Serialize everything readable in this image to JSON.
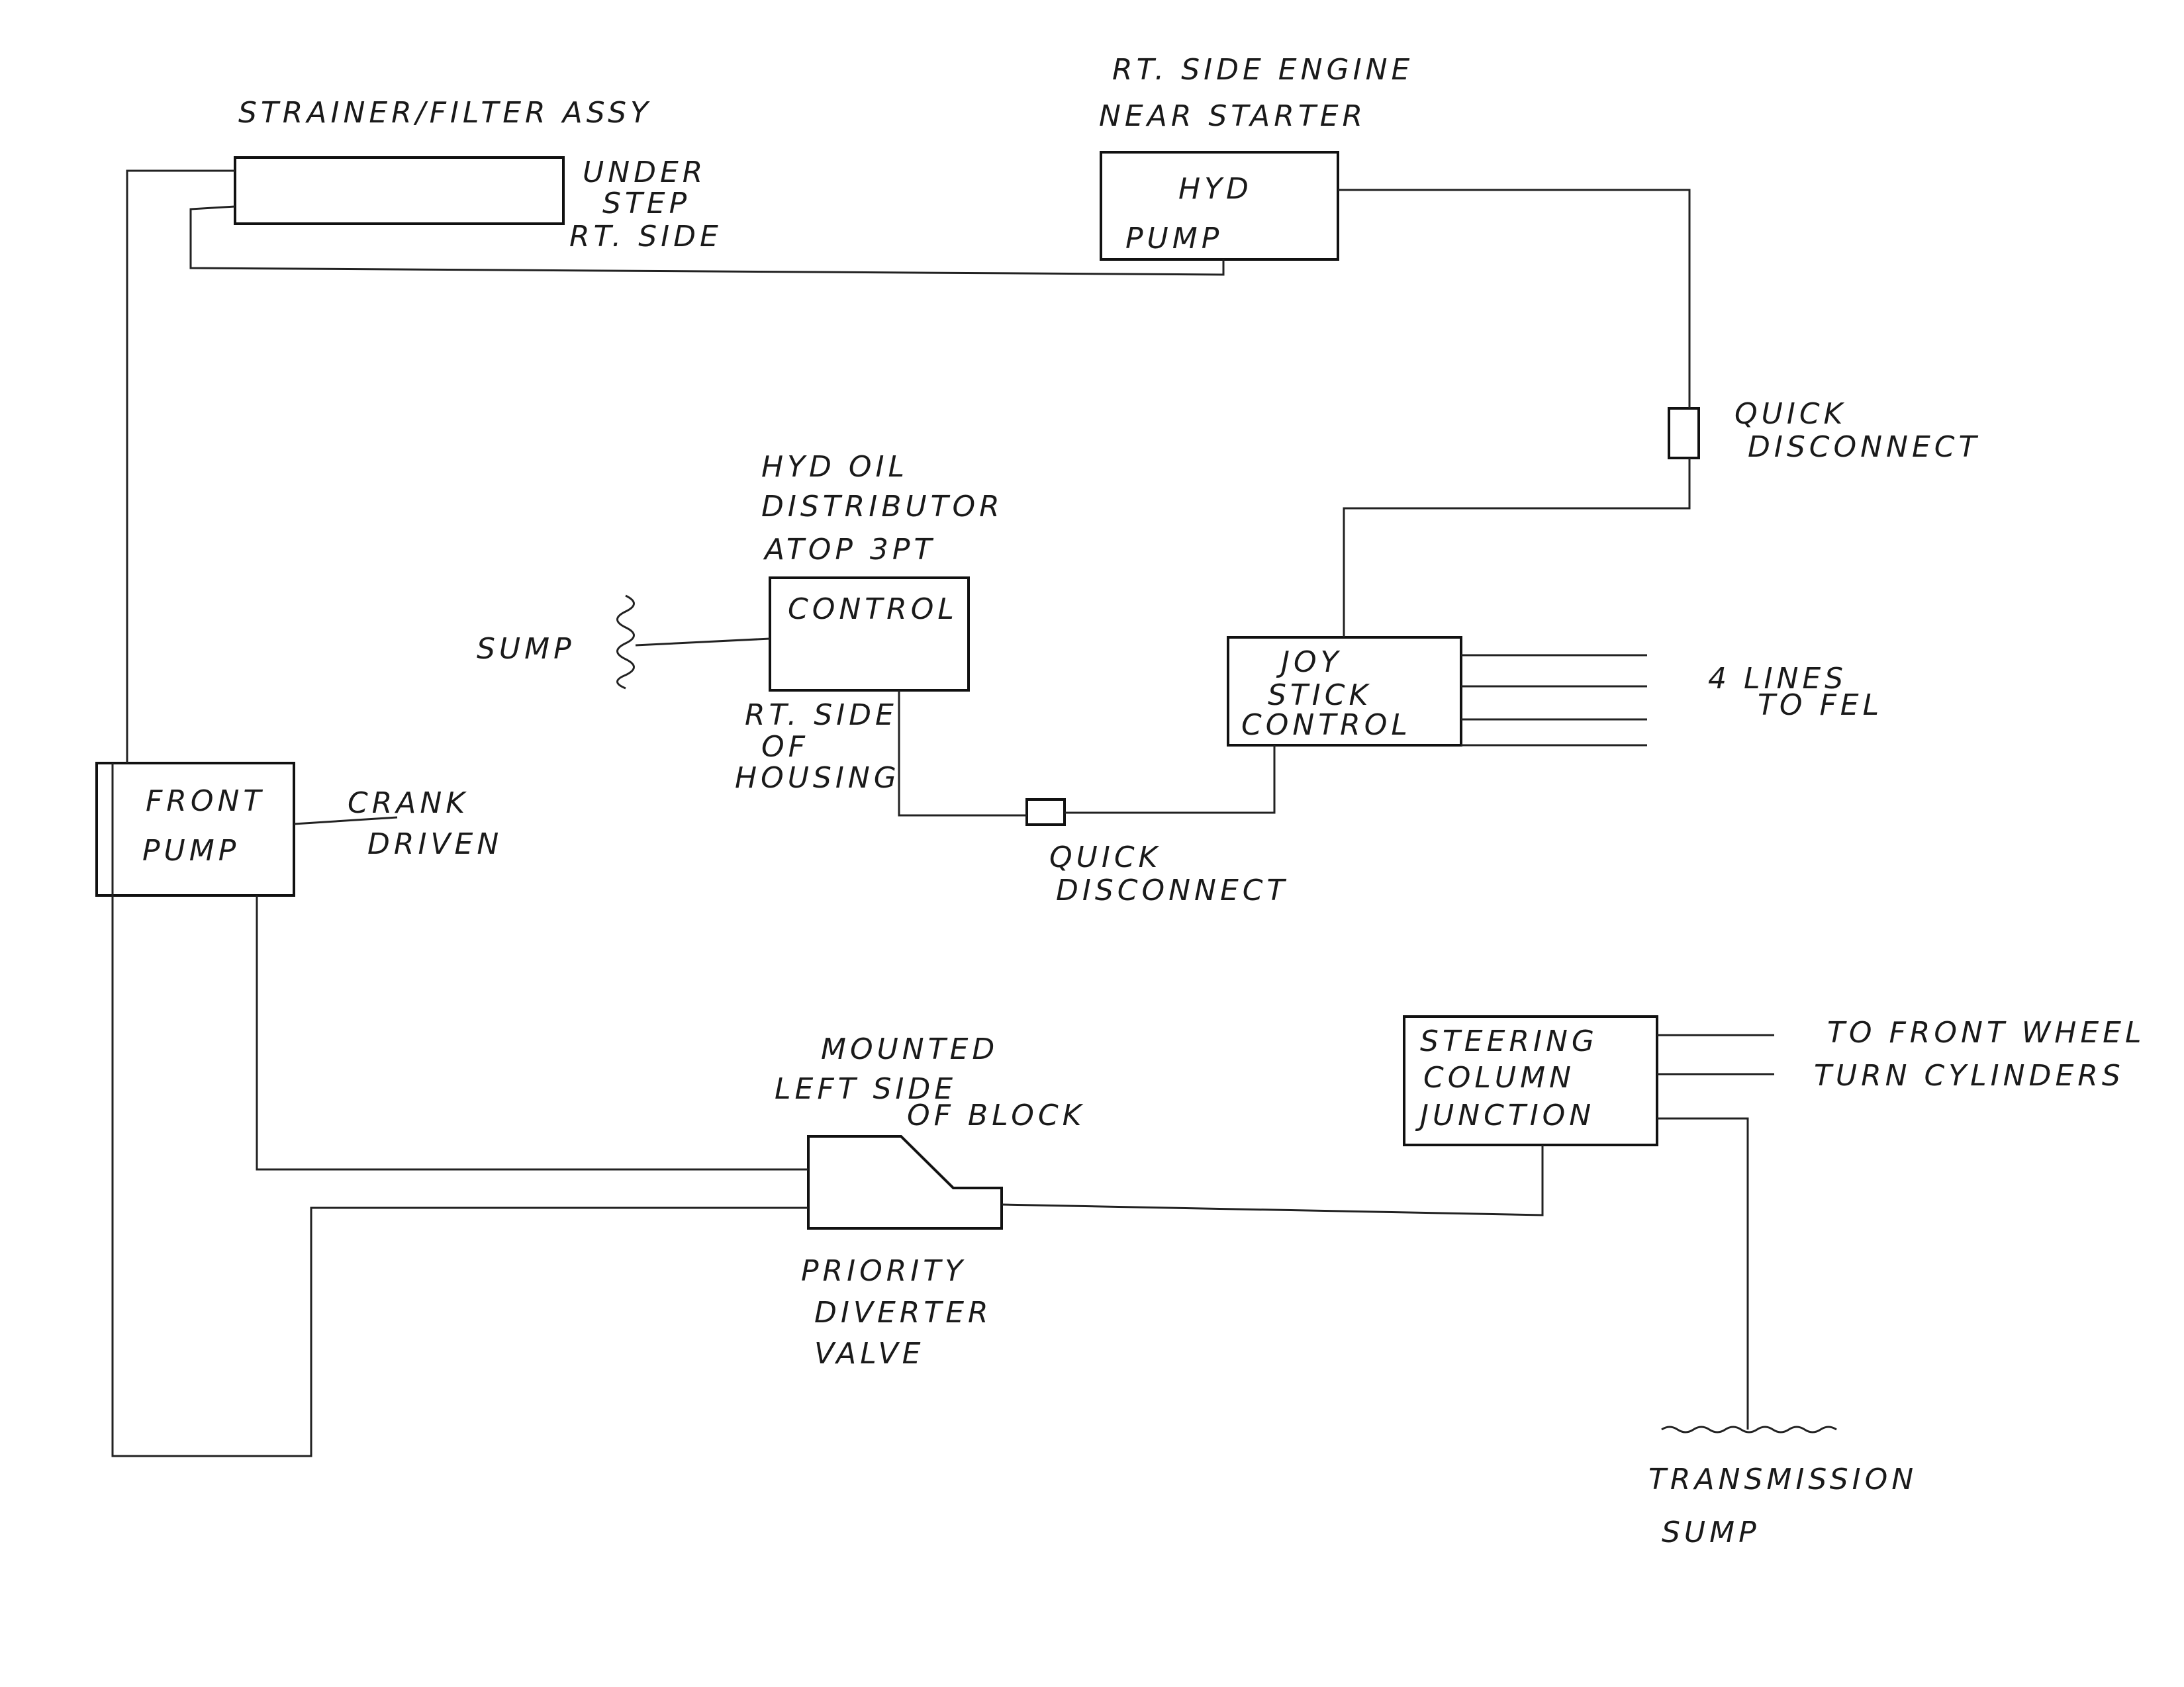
{
  "labels": {
    "strainer_title": "STRAINER/FILTER ASSY",
    "under_step_1": "UNDER",
    "under_step_2": "STEP",
    "under_step_3": "RT. SIDE",
    "engine_1": "RT. SIDE  ENGINE",
    "engine_2": "NEAR STARTER",
    "hyd_pump_1": "HYD",
    "hyd_pump_2": "PUMP",
    "qd_top_1": "QUICK",
    "qd_top_2": "DISCONNECT",
    "distributor_1": "HYD OIL",
    "distributor_2": "DISTRIBUTOR",
    "distributor_3": "ATOP 3PT",
    "control": "CONTROL",
    "sump": "SUMP",
    "housing_1": "RT. SIDE",
    "housing_2": "OF",
    "housing_3": "HOUSING",
    "joy_1": "JOY",
    "joy_2": "STICK",
    "joy_3": "CONTROL",
    "fel_1": "4 LINES",
    "fel_2": "TO FEL",
    "front_pump_1": "FRONT",
    "front_pump_2": "PUMP",
    "crank_1": "CRANK",
    "crank_2": "DRIVEN",
    "qd_mid_1": "QUICK",
    "qd_mid_2": "DISCONNECT",
    "mounted_1": "MOUNTED",
    "mounted_2": "LEFT SIDE",
    "mounted_3": "OF BLOCK",
    "priority_1": "PRIORITY",
    "priority_2": "DIVERTER",
    "priority_3": "VALVE",
    "steering_1": "STEERING",
    "steering_2": "COLUMN",
    "steering_3": "JUNCTION",
    "wheel_1": "TO FRONT WHEEL",
    "wheel_2": "TURN CYLINDERS",
    "trans_1": "TRANSMISSION",
    "trans_2": "SUMP"
  }
}
